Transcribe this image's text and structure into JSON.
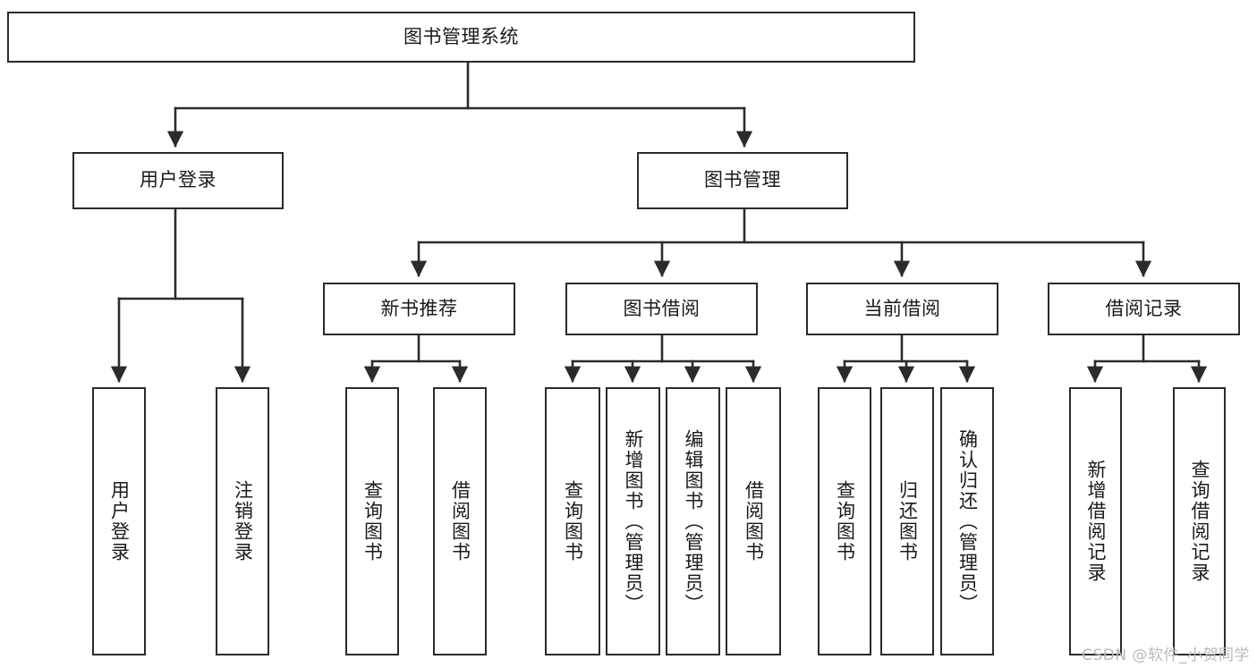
{
  "diagram": {
    "title": "图书管理系统",
    "type": "function-hierarchy-tree",
    "watermark": "CSDN @软件_小贺同学",
    "colors": {
      "box_border": "#2b2b2b",
      "box_fill": "#ffffff",
      "connector": "#2b2b2b",
      "text": "#1a1a1a",
      "watermark": "#b9b9b9",
      "background": "#ffffff"
    }
  },
  "nodes": {
    "root": {
      "label": "图书管理系统",
      "orientation": "horizontal"
    },
    "level2": [
      {
        "id": "user-login",
        "label": "用户登录",
        "orientation": "horizontal"
      },
      {
        "id": "book-manage",
        "label": "图书管理",
        "orientation": "horizontal"
      }
    ],
    "level3": [
      {
        "id": "new-book-recommend",
        "label": "新书推荐",
        "orientation": "horizontal"
      },
      {
        "id": "book-borrow",
        "label": "图书借阅",
        "orientation": "horizontal"
      },
      {
        "id": "current-borrow",
        "label": "当前借阅",
        "orientation": "horizontal"
      },
      {
        "id": "borrow-record",
        "label": "借阅记录",
        "orientation": "horizontal"
      }
    ],
    "leaves": [
      {
        "id": "leaf-user-login",
        "label": "用户登录",
        "parent": "user-login",
        "orientation": "vertical"
      },
      {
        "id": "leaf-user-logout",
        "label": "注销登录",
        "parent": "user-login",
        "orientation": "vertical"
      },
      {
        "id": "leaf-query-book-1",
        "label": "查询图书",
        "parent": "new-book-recommend",
        "orientation": "vertical"
      },
      {
        "id": "leaf-borrow-book-1",
        "label": "借阅图书",
        "parent": "new-book-recommend",
        "orientation": "vertical"
      },
      {
        "id": "leaf-query-book-2",
        "label": "查询图书",
        "parent": "book-borrow",
        "orientation": "vertical"
      },
      {
        "id": "leaf-add-book",
        "label": "新增图书（管理员）",
        "parent": "book-borrow",
        "orientation": "vertical"
      },
      {
        "id": "leaf-edit-book",
        "label": "编辑图书（管理员）",
        "parent": "book-borrow",
        "orientation": "vertical"
      },
      {
        "id": "leaf-borrow-book-2",
        "label": "借阅图书",
        "parent": "book-borrow",
        "orientation": "vertical"
      },
      {
        "id": "leaf-query-book-3",
        "label": "查询图书",
        "parent": "current-borrow",
        "orientation": "vertical"
      },
      {
        "id": "leaf-return-book",
        "label": "归还图书",
        "parent": "current-borrow",
        "orientation": "vertical"
      },
      {
        "id": "leaf-confirm-return",
        "label": "确认归还（管理员）",
        "parent": "current-borrow",
        "orientation": "vertical"
      },
      {
        "id": "leaf-add-record",
        "label": "新增借阅记录",
        "parent": "borrow-record",
        "orientation": "vertical"
      },
      {
        "id": "leaf-query-record",
        "label": "查询借阅记录",
        "parent": "borrow-record",
        "orientation": "vertical"
      }
    ]
  },
  "chart_data": {
    "type": "tree",
    "title": "图书管理系统",
    "tree": {
      "name": "图书管理系统",
      "children": [
        {
          "name": "用户登录",
          "children": [
            {
              "name": "用户登录"
            },
            {
              "name": "注销登录"
            }
          ]
        },
        {
          "name": "图书管理",
          "children": [
            {
              "name": "新书推荐",
              "children": [
                {
                  "name": "查询图书"
                },
                {
                  "name": "借阅图书"
                }
              ]
            },
            {
              "name": "图书借阅",
              "children": [
                {
                  "name": "查询图书"
                },
                {
                  "name": "新增图书（管理员）"
                },
                {
                  "name": "编辑图书（管理员）"
                },
                {
                  "name": "借阅图书"
                }
              ]
            },
            {
              "name": "当前借阅",
              "children": [
                {
                  "name": "查询图书"
                },
                {
                  "name": "归还图书"
                },
                {
                  "name": "确认归还（管理员）"
                }
              ]
            },
            {
              "name": "借阅记录",
              "children": [
                {
                  "name": "新增借阅记录"
                },
                {
                  "name": "查询借阅记录"
                }
              ]
            }
          ]
        }
      ]
    }
  }
}
